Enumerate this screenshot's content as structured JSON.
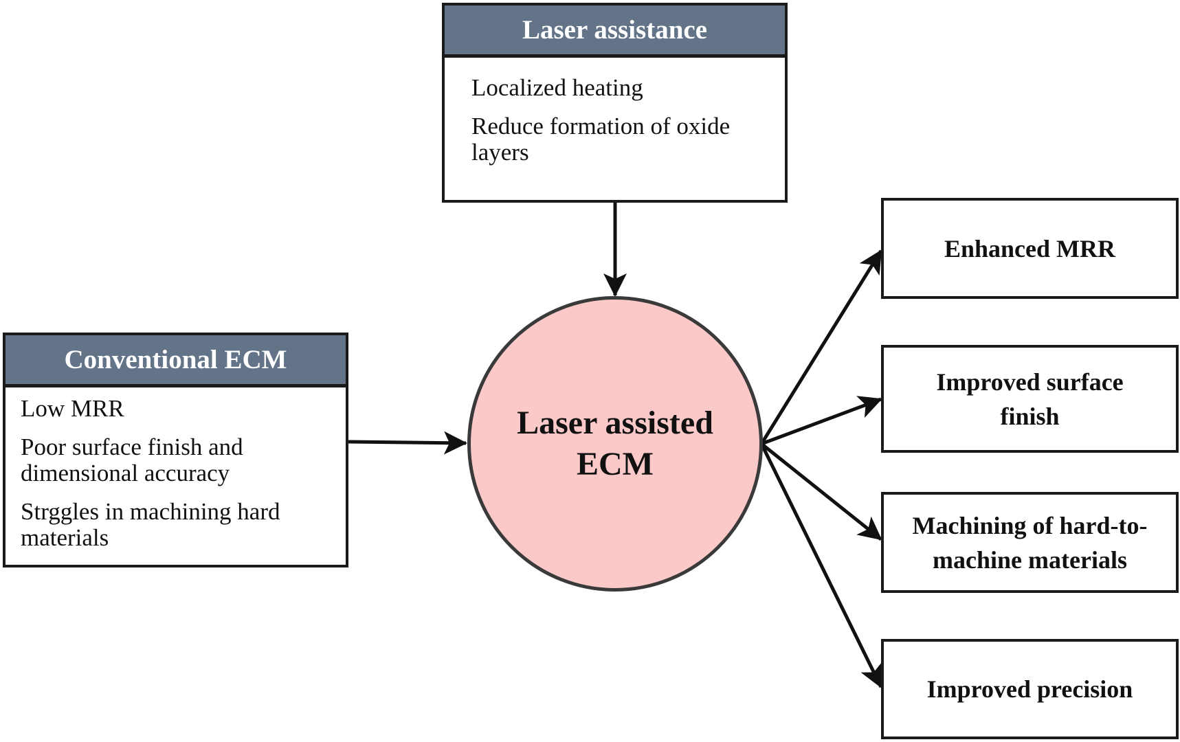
{
  "laser_assistance": {
    "title": "Laser assistance",
    "items": [
      "Localized heating",
      "Reduce formation of oxide layers"
    ]
  },
  "conventional_ecm": {
    "title": "Conventional ECM",
    "items": [
      "Low MRR",
      "Poor surface finish and dimensional accuracy",
      "Strggles in machining hard materials"
    ]
  },
  "center": {
    "label": "Laser assisted ECM"
  },
  "outcomes": [
    "Enhanced MRR",
    "Improved surface finish",
    "Machining of hard-to-machine materials",
    "Improved precision"
  ],
  "colors": {
    "header_fill": "#637388",
    "circle_fill": "#fcc9c9",
    "stroke": "#1a1a1a"
  }
}
